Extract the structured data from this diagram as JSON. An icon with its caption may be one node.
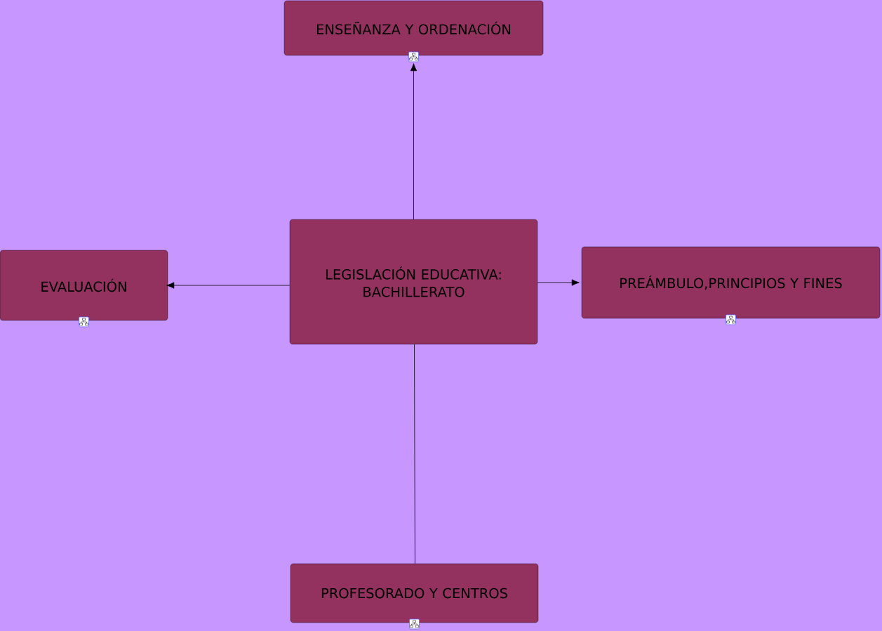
{
  "diagram": {
    "nodes": [
      {
        "text": [
          "LEGISLACIÓN EDUCATIVA: BACHILLERATO"
        ]
      },
      {
        "text": [
          "ENSEÑANZA Y ORDENACIÓN"
        ]
      },
      {
        "text": [
          "EVALUACIÓN"
        ]
      },
      {
        "text": [
          "PREÁMBULO,PRINCIPIOS Y FINES"
        ]
      },
      {
        "text": [
          "PROFESORADO Y CENTROS"
        ]
      }
    ],
    "edges": [
      {
        "from": 0,
        "to": 1,
        "arrow": "to"
      },
      {
        "from": 0,
        "to": 2,
        "arrow": "to"
      },
      {
        "from": 0,
        "to": 3,
        "arrow": "to"
      },
      {
        "from": 0,
        "to": 4,
        "arrow": "none"
      }
    ]
  }
}
